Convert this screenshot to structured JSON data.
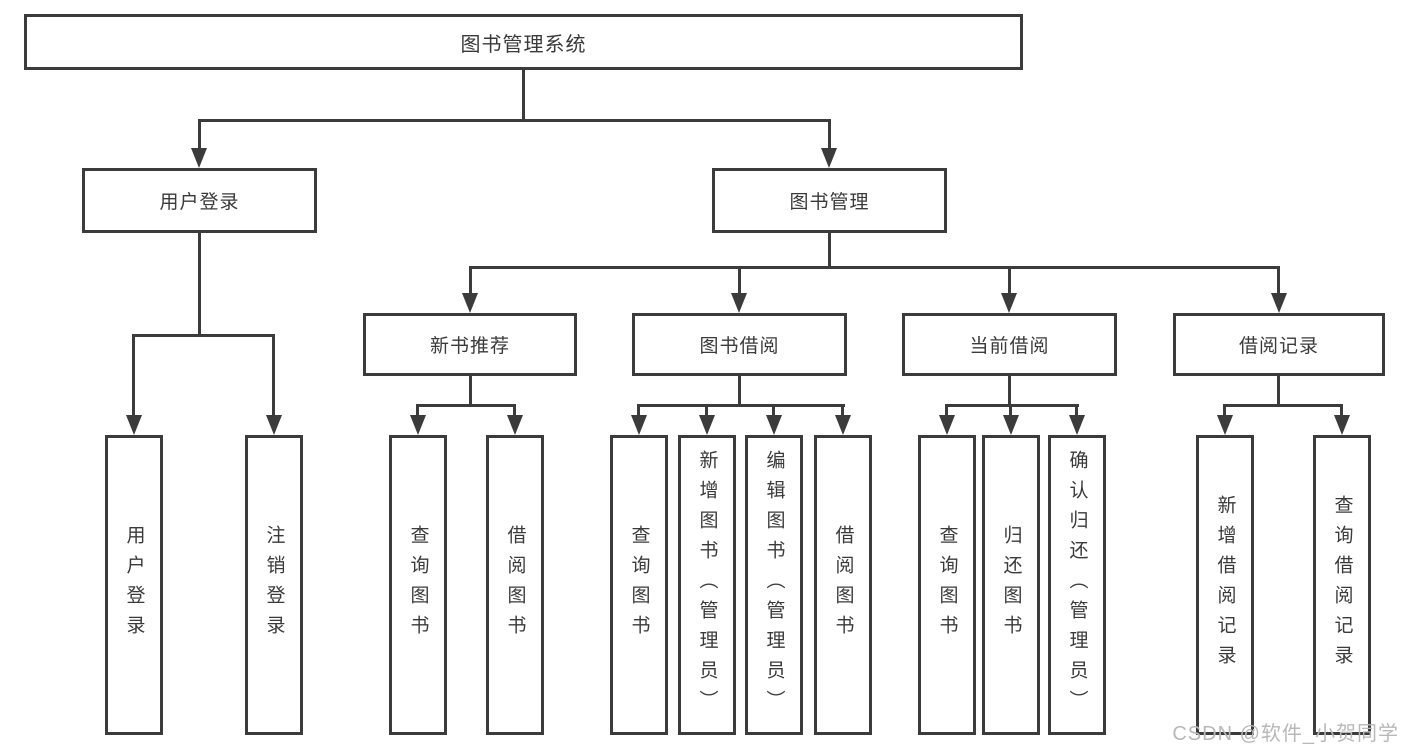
{
  "diagram": {
    "root": {
      "label": "图书管理系统"
    },
    "level2": [
      {
        "label": "用户登录"
      },
      {
        "label": "图书管理"
      }
    ],
    "level3": [
      {
        "label": "新书推荐"
      },
      {
        "label": "图书借阅"
      },
      {
        "label": "当前借阅"
      },
      {
        "label": "借阅记录"
      }
    ],
    "leaves": [
      {
        "label": "用户登录"
      },
      {
        "label": "注销登录"
      },
      {
        "label": "查询图书"
      },
      {
        "label": "借阅图书"
      },
      {
        "label": "查询图书"
      },
      {
        "label": "新增图书（管理员）"
      },
      {
        "label": "编辑图书（管理员）"
      },
      {
        "label": "借阅图书"
      },
      {
        "label": "查询图书"
      },
      {
        "label": "归还图书"
      },
      {
        "label": "确认归还（管理员）"
      },
      {
        "label": "新增借阅记录"
      },
      {
        "label": "查询借阅记录"
      }
    ]
  },
  "watermark": {
    "text": "CSDN @软件_小贺同学",
    "color": "#b8b8b8"
  },
  "colors": {
    "line": "#3b3b3b",
    "text": "#3a3a3a",
    "background": "#ffffff"
  }
}
